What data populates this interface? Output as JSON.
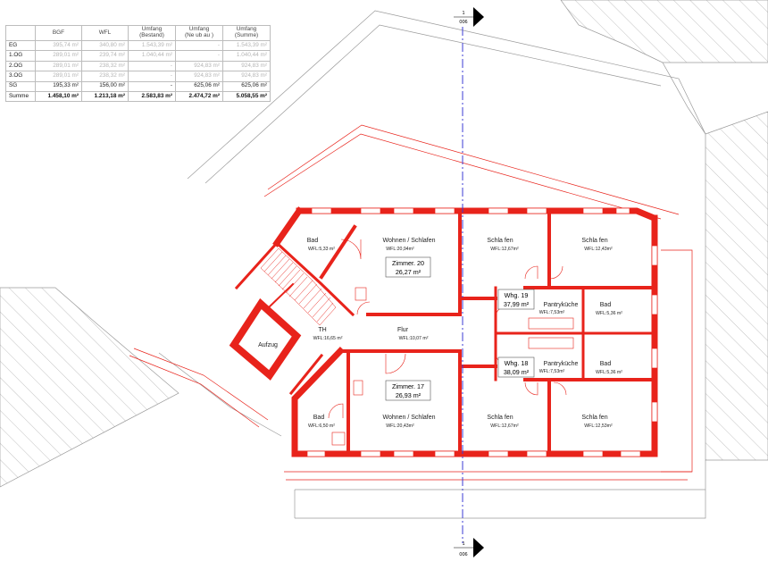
{
  "area_table": {
    "headers": [
      {
        "line1": "",
        "line2": ""
      },
      {
        "line1": "BGF",
        "line2": ""
      },
      {
        "line1": "WFL",
        "line2": ""
      },
      {
        "line1": "Umfang",
        "line2": "(Bestand)"
      },
      {
        "line1": "Umfang",
        "line2": "(Ne ub au )"
      },
      {
        "line1": "Umfang",
        "line2": "(Summe)"
      }
    ],
    "rows": [
      {
        "label": "EG",
        "bgf": "395,74 m²",
        "wfl": "340,80 m²",
        "bestand": "1.543,39 m²",
        "neubau": "-",
        "summe": "1.543,39 m²",
        "style": "grey"
      },
      {
        "label": "1.OG",
        "bgf": "289,01 m²",
        "wfl": "239,74 m²",
        "bestand": "1.040,44 m²",
        "neubau": "-",
        "summe": "1.040,44 m²",
        "style": "grey"
      },
      {
        "label": "2.OG",
        "bgf": "289,01 m²",
        "wfl": "238,32 m²",
        "bestand": "-",
        "neubau": "924,83 m²",
        "summe": "924,83 m²",
        "style": "grey"
      },
      {
        "label": "3.OG",
        "bgf": "289,01 m²",
        "wfl": "238,32 m²",
        "bestand": "-",
        "neubau": "924,83 m²",
        "summe": "924,83 m²",
        "style": "grey"
      },
      {
        "label": "SG",
        "bgf": "195,33 m²",
        "wfl": "156,00 m²",
        "bestand": "-",
        "neubau": "625,06 m²",
        "summe": "625,06 m²",
        "style": "normal"
      },
      {
        "label": "Summe",
        "bgf": "1.458,10 m²",
        "wfl": "1.213,18 m²",
        "bestand": "2.583,83 m²",
        "neubau": "2.474,72 m²",
        "summe": "5.058,55 m²",
        "style": "sum"
      }
    ]
  },
  "section_markers": {
    "top": {
      "number": "1",
      "sheet": "006"
    },
    "bottom": {
      "number": "1",
      "sheet": "006"
    }
  },
  "rooms": {
    "bad_nw": {
      "name": "Bad",
      "area": "WFL:5,33 m²"
    },
    "wohnen_n": {
      "name": "Wohnen / Schlafen",
      "area": "WFL:20,94m²"
    },
    "schlafen_n1": {
      "name": "Schla fen",
      "area": "WFL:12,67m²"
    },
    "schlafen_n2": {
      "name": "Schla fen",
      "area": "WFL:12,43m²"
    },
    "th": {
      "name": "TH",
      "area": "WFL:16,65 m²"
    },
    "flur": {
      "name": "Flur",
      "area": "WFL:10,07 m²"
    },
    "pantry_n": {
      "name": "Pantryküche",
      "area": "WFL:7,53m²"
    },
    "bad_e_n": {
      "name": "Bad",
      "area": "WFL:5,36 m²"
    },
    "pantry_s": {
      "name": "Pantryküche",
      "area": "WFL:7,53m²"
    },
    "bad_e_s": {
      "name": "Bad",
      "area": "WFL:5,36 m²"
    },
    "bad_sw": {
      "name": "Bad",
      "area": "WFL:6,50 m²"
    },
    "wohnen_s": {
      "name": "Wohnen / Schlafen",
      "area": "WFL:20,43m²"
    },
    "schlafen_s1": {
      "name": "Schla fen",
      "area": "WFL:12,67m²"
    },
    "schlafen_s2": {
      "name": "Schla fen",
      "area": "WFL:12,53m²"
    },
    "aufzug": {
      "name": "Aufzug"
    }
  },
  "units": {
    "zimmer20": {
      "title": "Zimmer. 20",
      "area": "26,27 m²"
    },
    "zimmer17": {
      "title": "Zimmer. 17",
      "area": "26,93 m²"
    },
    "whg19": {
      "title": "Whg. 19",
      "area": "37,99 m²"
    },
    "whg18": {
      "title": "Whg. 18",
      "area": "38,09 m²"
    }
  },
  "colors": {
    "wall": "#e8231b",
    "outline": "#e8231b",
    "axis": "#3b3bd6",
    "hatch": "#9a9a9a",
    "background": "#ffffff"
  }
}
